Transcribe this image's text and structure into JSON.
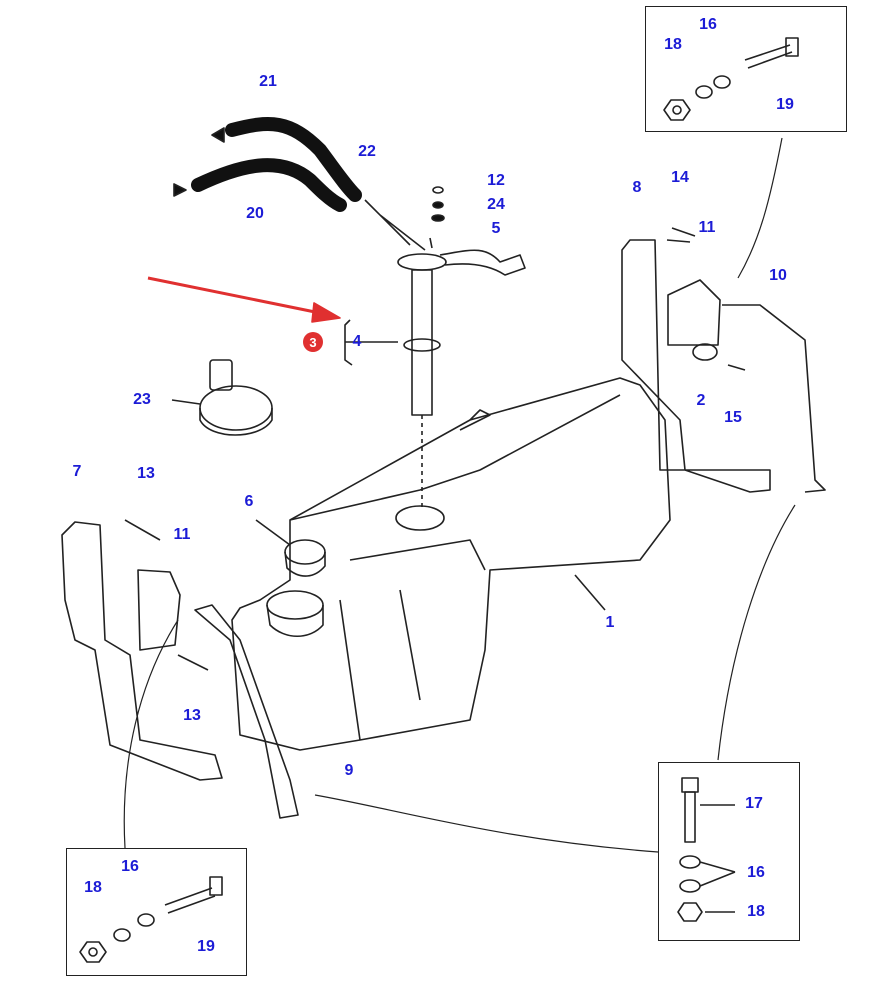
{
  "colors": {
    "callout": "#1c1cd6",
    "highlight": "#e03030",
    "line": "#222222"
  },
  "highlight_callout": "3",
  "callouts": [
    "21",
    "22",
    "12",
    "24",
    "5",
    "20",
    "8",
    "14",
    "11",
    "10",
    "4",
    "23",
    "2",
    "15",
    "6",
    "7",
    "13",
    "11",
    "1",
    "13",
    "9",
    "17",
    "16",
    "18"
  ],
  "detail_top": [
    "18",
    "16",
    "19"
  ],
  "detail_bottom": [
    "16",
    "18",
    "19"
  ]
}
